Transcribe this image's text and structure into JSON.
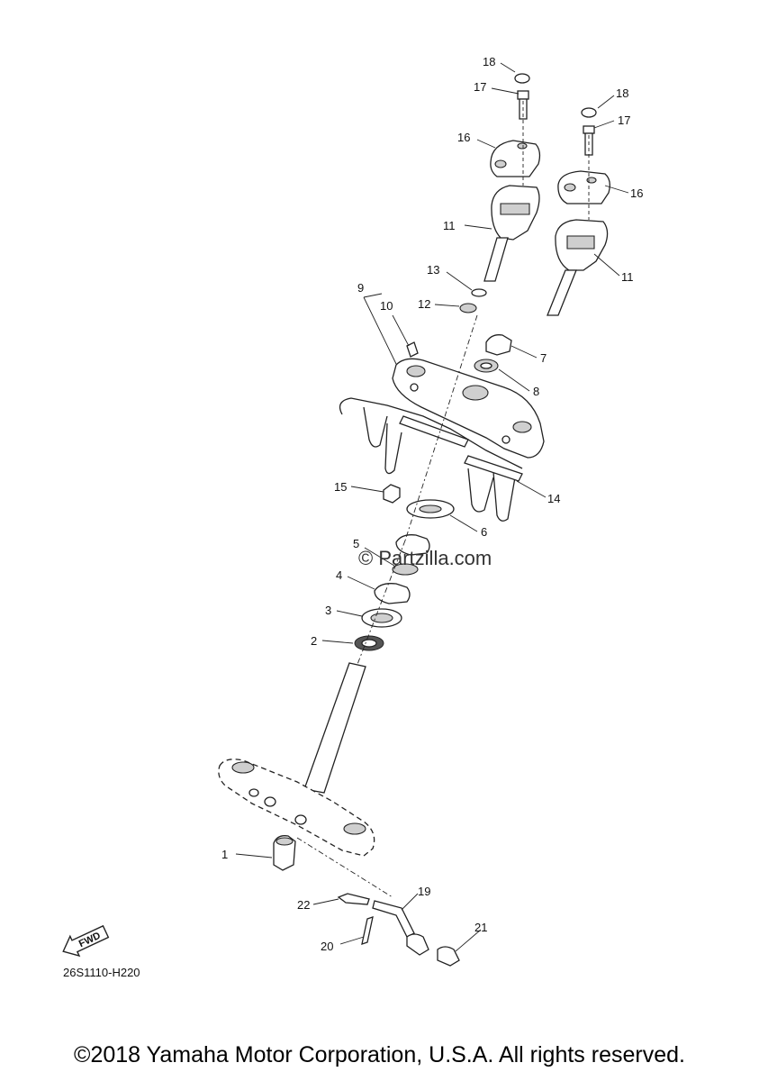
{
  "callouts": [
    "1",
    "2",
    "3",
    "4",
    "5",
    "6",
    "7",
    "8",
    "9",
    "10",
    "11",
    "11",
    "12",
    "13",
    "14",
    "15",
    "16",
    "16",
    "17",
    "17",
    "18",
    "18",
    "19",
    "20",
    "21",
    "22"
  ],
  "fwd_label": "FWD",
  "reference_code": "26S1110-H220",
  "watermark": "© Partzilla.com",
  "copyright": "©2018 Yamaha Motor Corporation, U.S.A. All rights reserved."
}
